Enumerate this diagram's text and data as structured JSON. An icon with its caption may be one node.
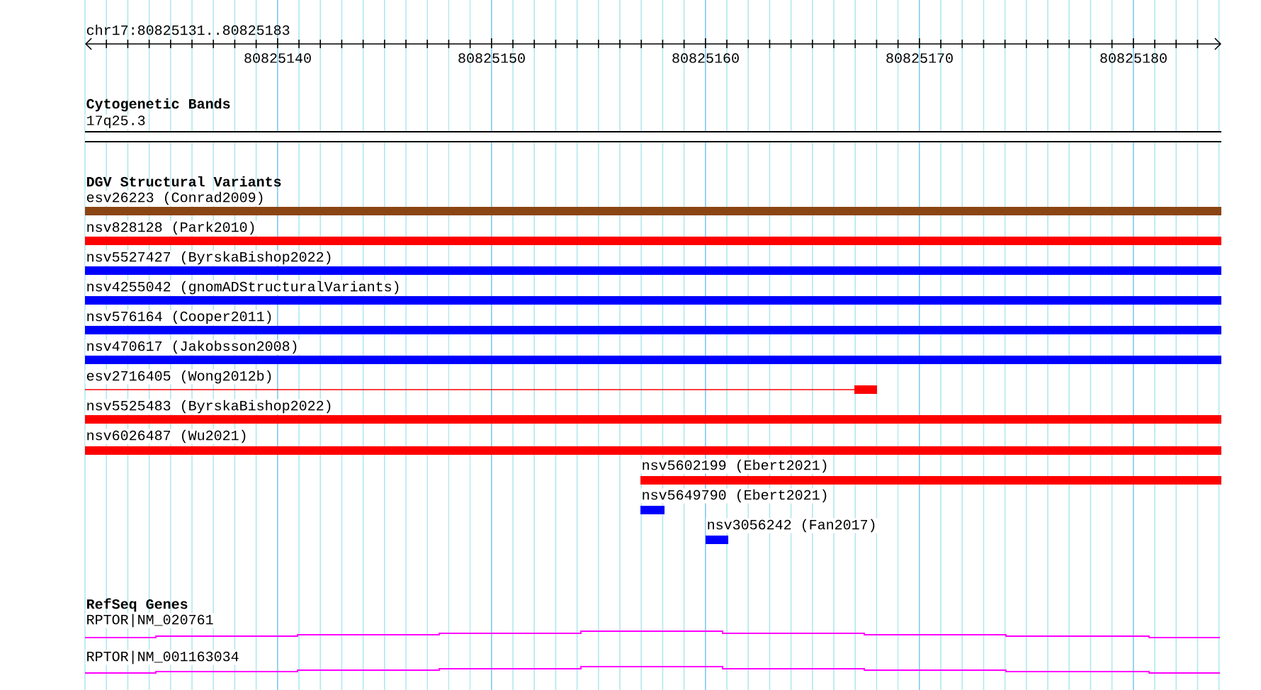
{
  "diagram": {
    "nodes": [
      {
        "text": [
          "17q25.3"
        ]
      },
      {
        "text": [
          "esv26223 (Conrad2009)"
        ]
      },
      {
        "text": [
          "nsv828128 (Park2010)"
        ]
      },
      {
        "text": [
          "nsv5527427 (ByrskaBishop2022)"
        ]
      },
      {
        "text": [
          "nsv4255042 (gnomADStructuralVariants)"
        ]
      },
      {
        "text": [
          "nsv576164 (Cooper2011)"
        ]
      },
      {
        "text": [
          "nsv470617 (Jakobsson2008)"
        ]
      },
      {
        "text": [
          "esv2716405 (Wong2012b)"
        ]
      },
      {
        "text": [
          "nsv5525483 (ByrskaBishop2022)"
        ]
      },
      {
        "text": [
          "nsv6026487 (Wu2021)"
        ]
      },
      {
        "text": [
          "nsv5602199 (Ebert2021)"
        ]
      },
      {
        "text": [
          "nsv5649790 (Ebert2021)"
        ]
      },
      {
        "text": [
          "nsv3056242 (Fan2017)"
        ]
      },
      {
        "text": [
          "RPTOR|NM_020761"
        ]
      },
      {
        "text": [
          "RPTOR|NM_001163034"
        ]
      }
    ],
    "edges": [],
    "labels": [
      "chr17:80825131..80825183",
      "80825140",
      "80825150",
      "80825160",
      "80825170",
      "80825180",
      "Cytogenetic Bands",
      "DGV Structural Variants",
      "RefSeq Genes"
    ]
  }
}
